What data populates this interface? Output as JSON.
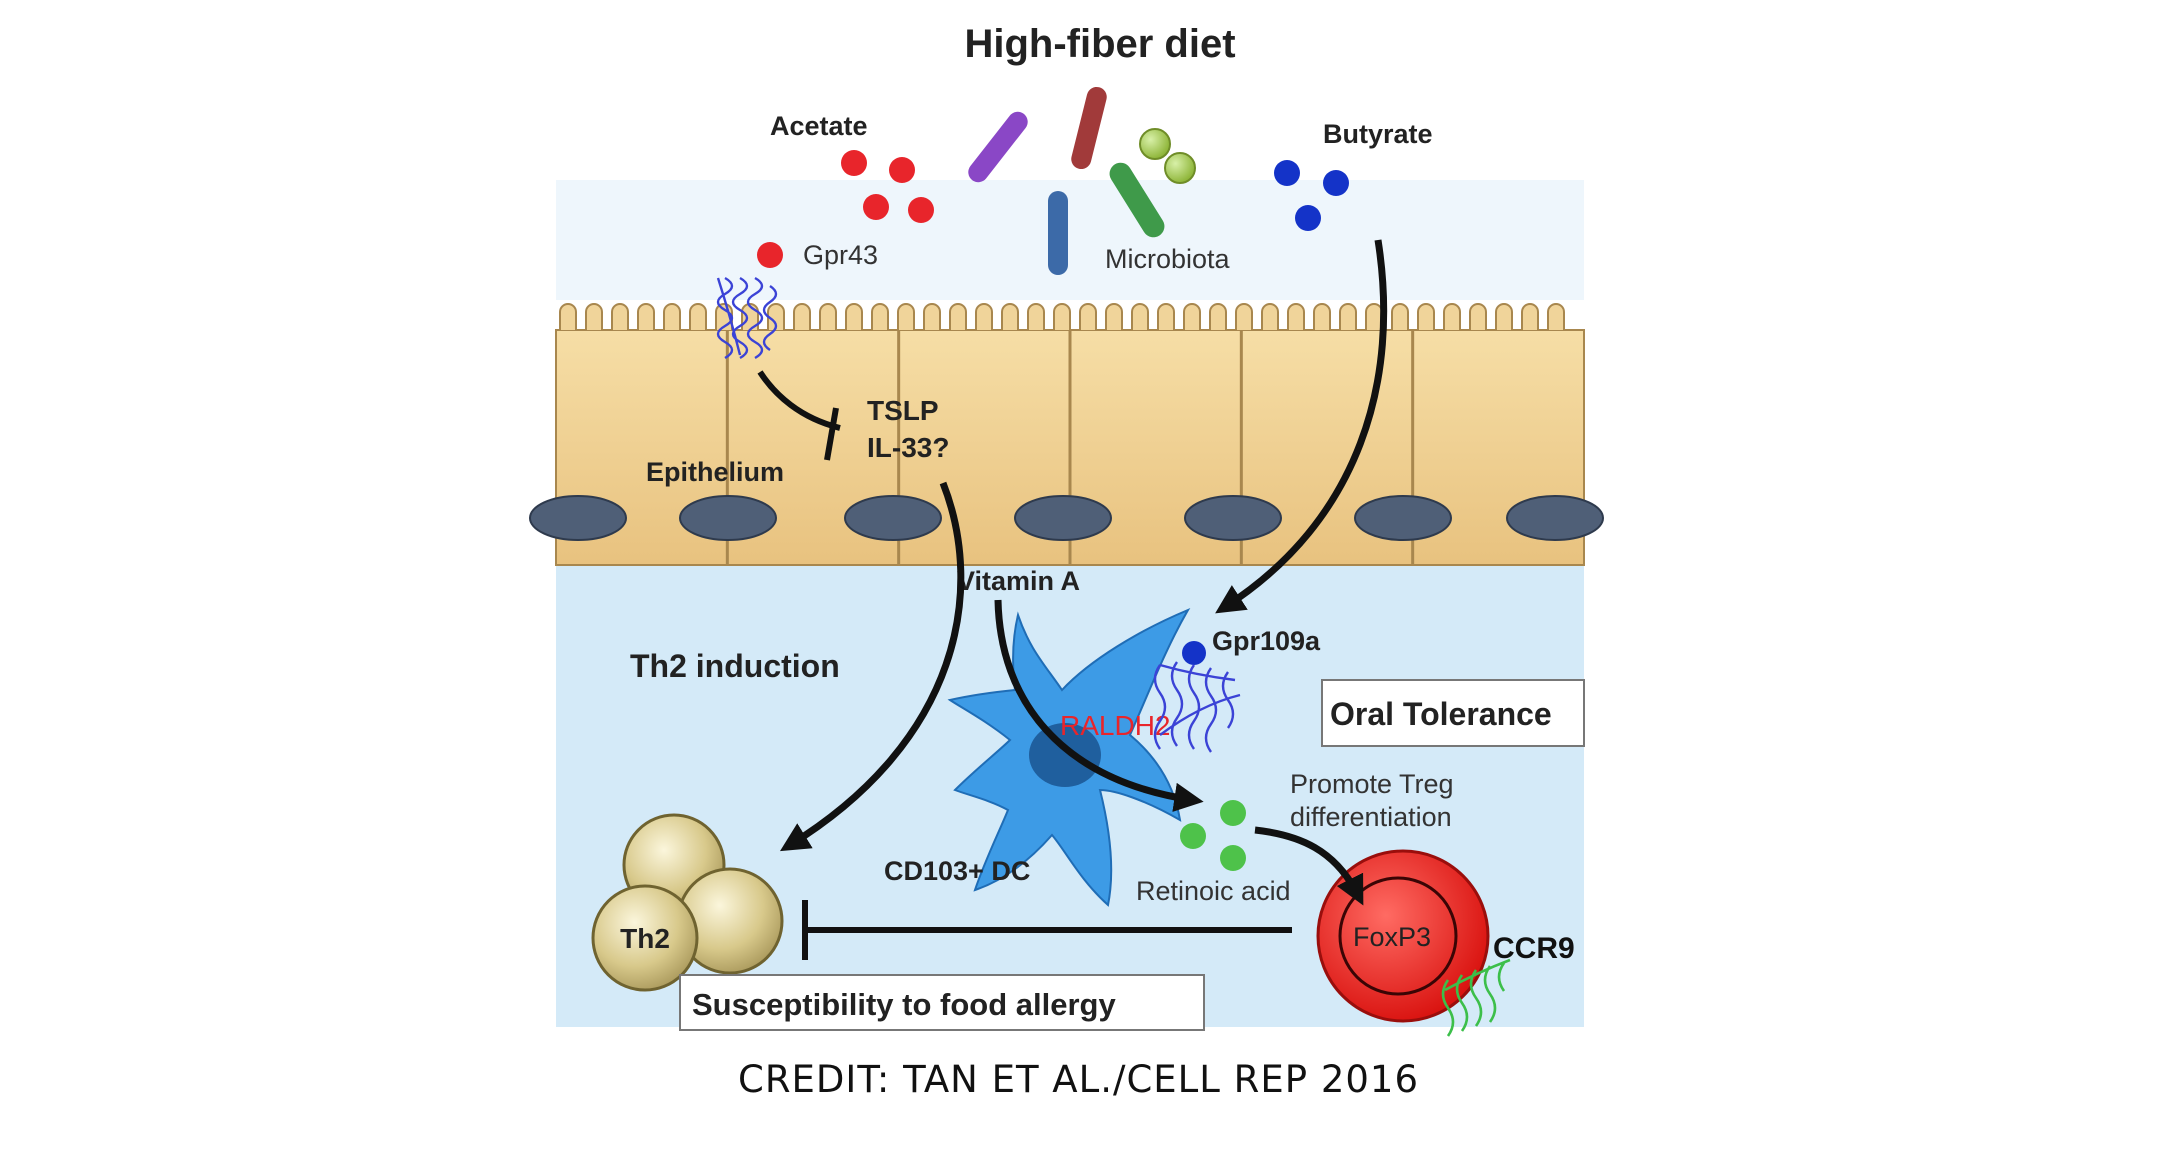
{
  "title": "High-fiber diet",
  "labels": {
    "acetate": "Acetate",
    "butyrate": "Butyrate",
    "gpr43": "Gpr43",
    "microbiota": "Microbiota",
    "tslp": "TSLP",
    "il33": "IL-33?",
    "epithelium": "Epithelium",
    "vitamin_a": "Vitamin A",
    "gpr109a": "Gpr109a",
    "th2_induction": "Th2 induction",
    "raldh2": "RALDH2",
    "oral_tolerance": "Oral Tolerance",
    "promote_treg_1": "Promote Treg",
    "promote_treg_2": "differentiation",
    "cd103_dc": "CD103+ DC",
    "retinoic_acid": "Retinoic acid",
    "th2": "Th2",
    "foxp3": "FoxP3",
    "ccr9": "CCR9",
    "susceptibility": "Susceptibility to food allergy"
  },
  "credit": "CREDIT: TAN ET AL./CELL REP 2016",
  "colors": {
    "lumen": "#ffffff",
    "epithelium_fill": "#f0d49a",
    "epithelium_stroke": "#a8874e",
    "nucleus": "#4f5f77",
    "lamina_propria": "#d4eaf8",
    "acetate_dot": "#e8252b",
    "butyrate_dot": "#1433c8",
    "retinoic_dot": "#4ec24a",
    "dendritic_cell": "#3d9be6",
    "th2_cell": "#c9b97a",
    "treg_cell": "#e2221e",
    "raldh2_text": "#e8252b",
    "receptor_coil": "#3b43d6",
    "ccr9_coil": "#3cbf4a"
  }
}
